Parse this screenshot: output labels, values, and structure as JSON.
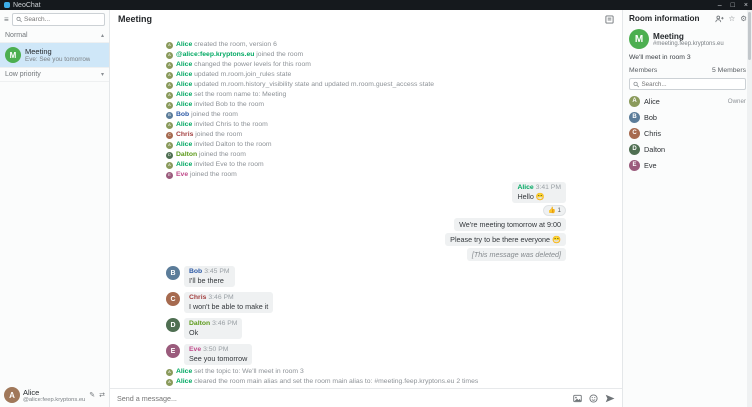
{
  "titlebar": {
    "title": "NeoChat"
  },
  "sidebar": {
    "search_placeholder": "Search...",
    "sections": {
      "normal": "Normal",
      "low_priority": "Low priority"
    },
    "room": {
      "name": "Meeting",
      "subtitle": "Eve: See you tomorrow",
      "avatar_letter": "M"
    },
    "account": {
      "name": "Alice",
      "id": "@alice:feep.kryptons.eu",
      "avatar_letter": "A"
    }
  },
  "chat": {
    "header_title": "Meeting",
    "composer_placeholder": "Send a message..."
  },
  "timeline": [
    {
      "type": "system",
      "user": "Alice",
      "user_key": "alice",
      "text": "created the room, version 6"
    },
    {
      "type": "system",
      "user": "@alice:feep.kryptons.eu",
      "user_key": "alice",
      "text": "joined the room"
    },
    {
      "type": "system",
      "user": "Alice",
      "user_key": "alice",
      "text": "changed the power levels for this room"
    },
    {
      "type": "system",
      "user": "Alice",
      "user_key": "alice",
      "text": "updated m.room.join_rules state"
    },
    {
      "type": "system",
      "user": "Alice",
      "user_key": "alice",
      "text": "updated m.room.history_visibility state and updated m.room.guest_access state"
    },
    {
      "type": "system",
      "user": "Alice",
      "user_key": "alice",
      "text": "set the room name to: Meeting"
    },
    {
      "type": "system",
      "user": "Alice",
      "user_key": "alice",
      "text": "invited Bob to the room"
    },
    {
      "type": "system",
      "user": "Bob",
      "user_key": "bob",
      "text": "joined the room"
    },
    {
      "type": "system",
      "user": "Alice",
      "user_key": "alice",
      "text": "invited Chris to the room"
    },
    {
      "type": "system",
      "user": "Chris",
      "user_key": "chris",
      "text": "joined the room"
    },
    {
      "type": "system",
      "user": "Alice",
      "user_key": "alice",
      "text": "invited Dalton to the room"
    },
    {
      "type": "system",
      "user": "Dalton",
      "user_key": "dalton",
      "text": "joined the room"
    },
    {
      "type": "system",
      "user": "Alice",
      "user_key": "alice",
      "text": "invited Eve to the room"
    },
    {
      "type": "system",
      "user": "Eve",
      "user_key": "eve",
      "text": "joined the room"
    },
    {
      "type": "message",
      "align": "right",
      "user": "Alice",
      "user_key": "alice",
      "time": "3:41 PM",
      "text": "Hello 😁",
      "reaction": {
        "emoji": "👍",
        "count": "1"
      }
    },
    {
      "type": "message",
      "align": "right",
      "user_key": "alice",
      "text": "We're meeting tomorrow at 9:00"
    },
    {
      "type": "message",
      "align": "right",
      "user_key": "alice",
      "text": "Please try to be there everyone 😁"
    },
    {
      "type": "message",
      "align": "right",
      "user_key": "alice",
      "deleted": true,
      "text": "[This message was deleted]"
    },
    {
      "type": "message",
      "align": "left",
      "user": "Bob",
      "user_key": "bob",
      "time": "3:45 PM",
      "text": "I'll be there"
    },
    {
      "type": "message",
      "align": "left",
      "user": "Chris",
      "user_key": "chris",
      "time": "3:46 PM",
      "text": "I won't be able to make it"
    },
    {
      "type": "message",
      "align": "left",
      "user": "Dalton",
      "user_key": "dalton",
      "time": "3:46 PM",
      "text": "Ok"
    },
    {
      "type": "message",
      "align": "left",
      "user": "Eve",
      "user_key": "eve",
      "time": "3:50 PM",
      "text": "See you tomorrow"
    },
    {
      "type": "system",
      "user": "Alice",
      "user_key": "alice",
      "text": "set the topic to: We'll meet in room 3"
    },
    {
      "type": "system",
      "user": "Alice",
      "user_key": "alice",
      "text": "cleared the room main alias and set the room main alias to: #meeting.feep.kryptons.eu 2 times"
    }
  ],
  "room_info": {
    "title": "Room information",
    "room": {
      "name": "Meeting",
      "alias": "#meeting.feep.kryptons.eu",
      "topic": "We'll meet in room 3",
      "avatar_letter": "M"
    },
    "members_label": "Members",
    "members_count": "5 Members",
    "member_search_placeholder": "Search...",
    "members": [
      {
        "name": "Alice",
        "key": "alice",
        "role": "Owner"
      },
      {
        "name": "Bob",
        "key": "bob",
        "role": ""
      },
      {
        "name": "Chris",
        "key": "chris",
        "role": ""
      },
      {
        "name": "Dalton",
        "key": "dalton",
        "role": ""
      },
      {
        "name": "Eve",
        "key": "eve",
        "role": ""
      }
    ]
  },
  "colors": {
    "accent": "#3daee9",
    "room_avatar": "#4caf50",
    "users": {
      "alice": {
        "name_color": "#00a862",
        "avatar_color": "#8a9a5b"
      },
      "bob": {
        "name_color": "#2d5aa6",
        "avatar_color": "#5b7c99"
      },
      "chris": {
        "name_color": "#a23f3f",
        "avatar_color": "#a66a4f"
      },
      "dalton": {
        "name_color": "#5c9a1b",
        "avatar_color": "#4f6f52"
      },
      "eve": {
        "name_color": "#c04a8a",
        "avatar_color": "#9a5b7c"
      }
    }
  }
}
